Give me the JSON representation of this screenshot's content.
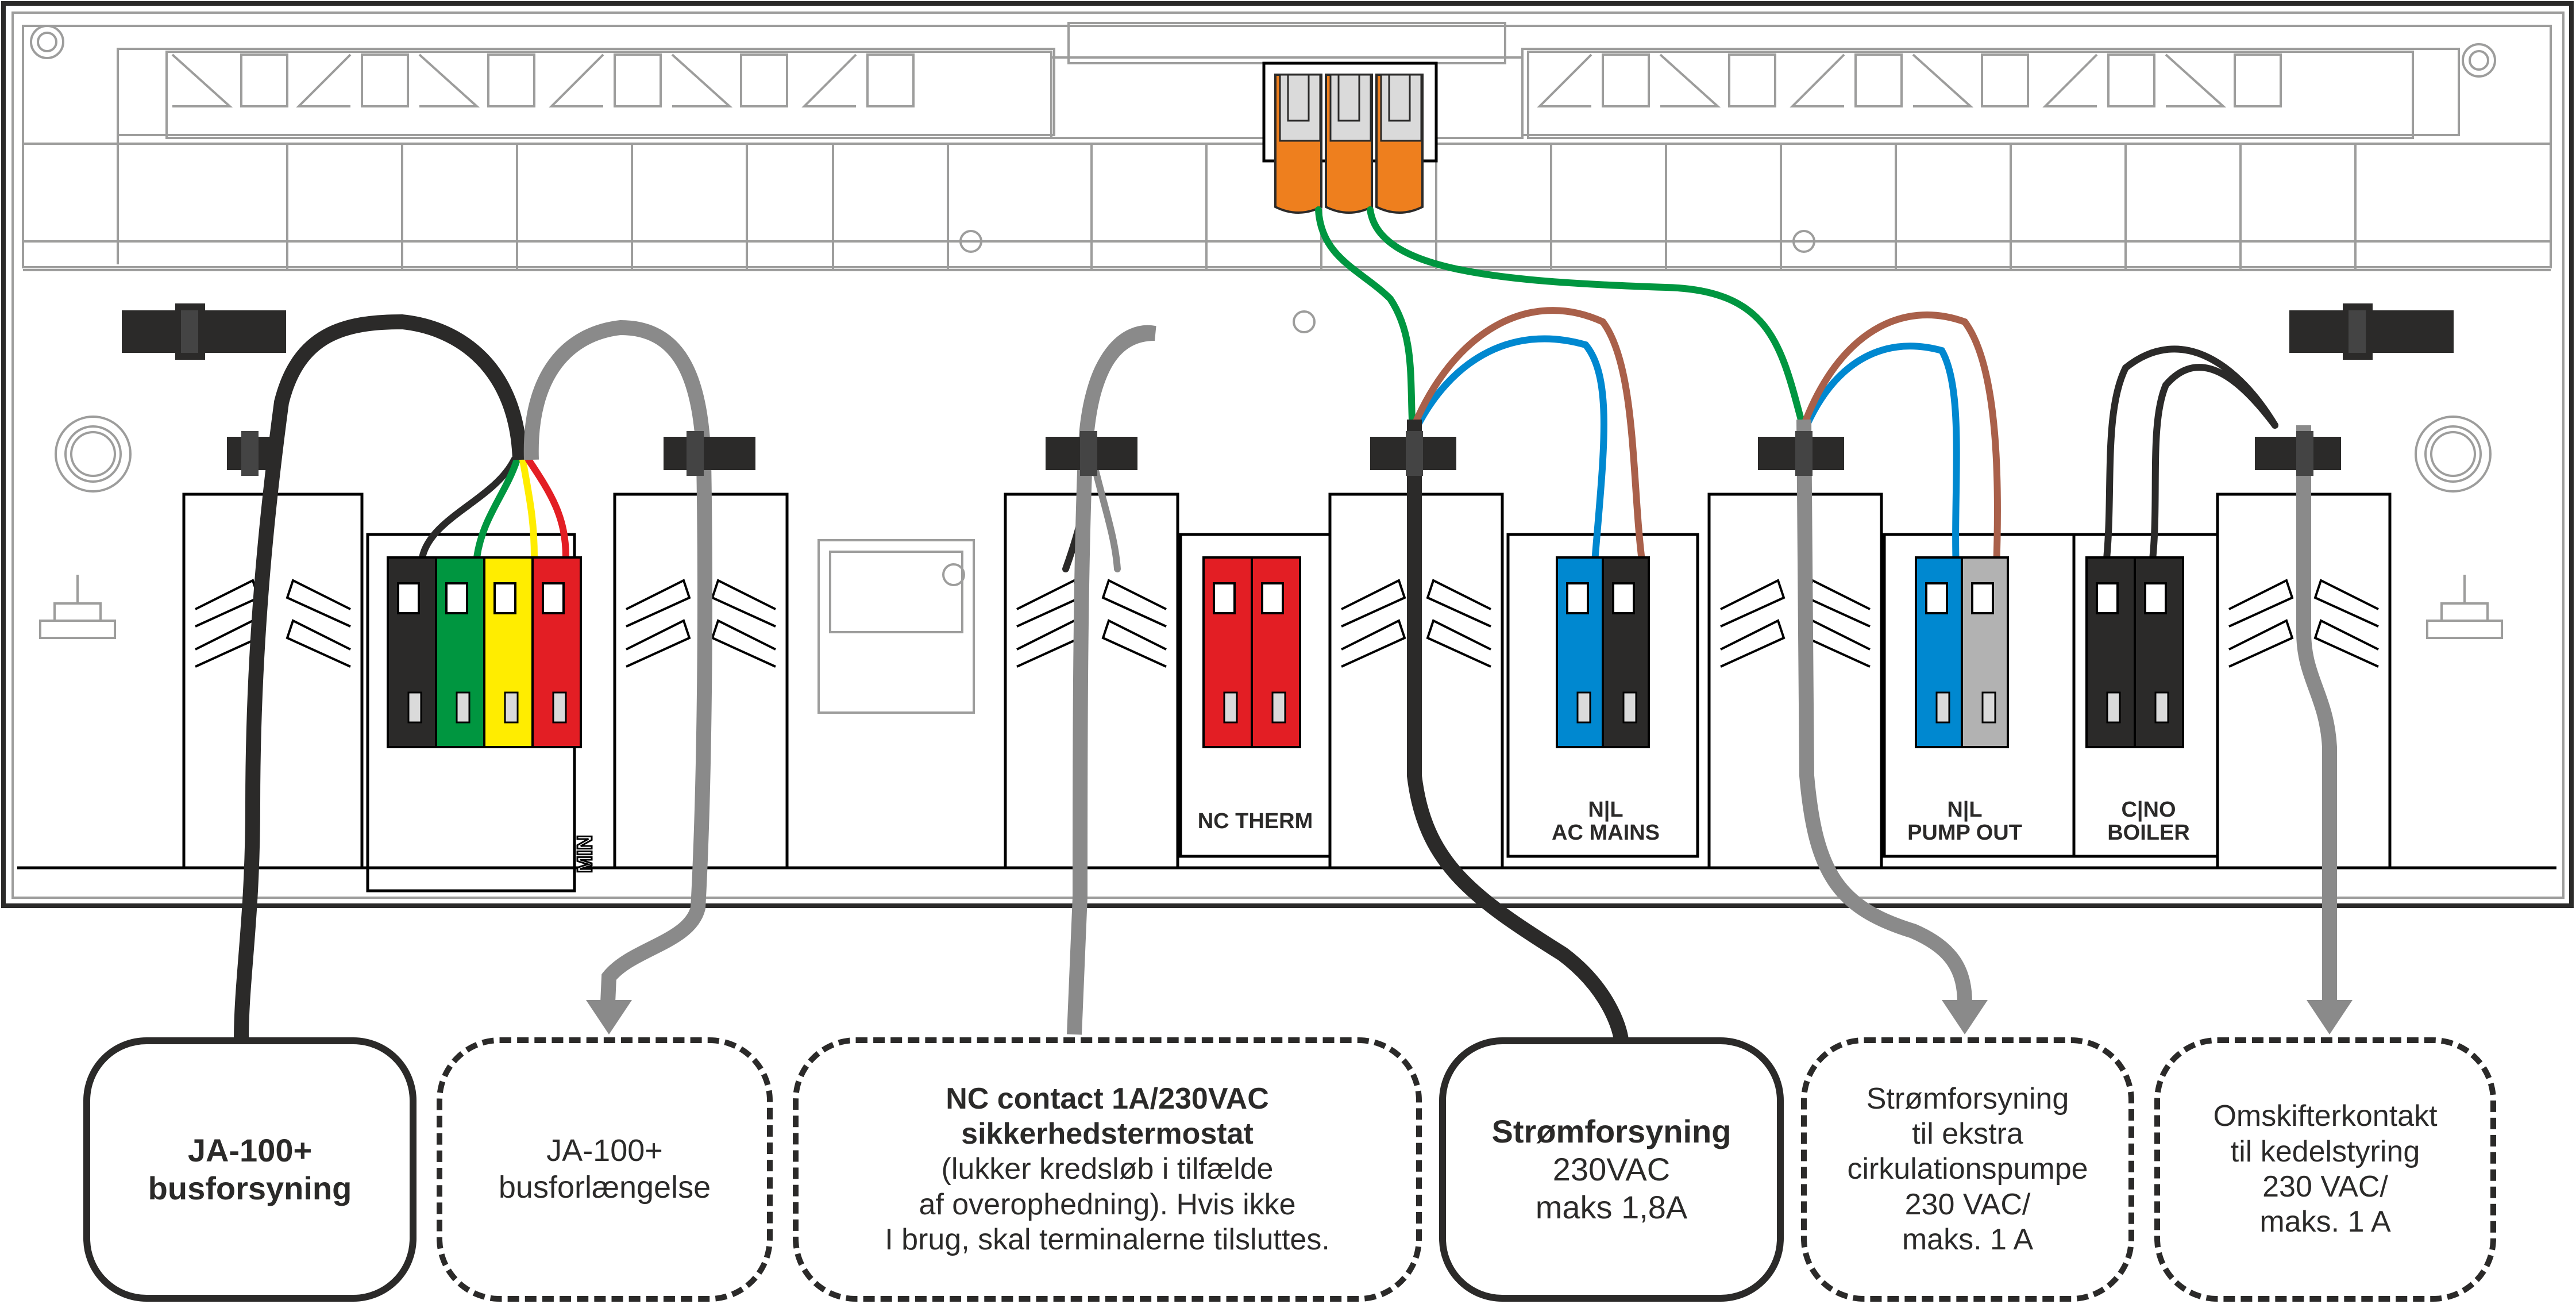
{
  "diagram": {
    "title": "Wiring diagram – terminal connections",
    "colors": {
      "outline": "#2b2a29",
      "structure": "#9d9d9c",
      "wire_black": "#2b2a29",
      "wire_gray": "#8a8a8a",
      "wire_green": "#009640",
      "wire_yellow": "#ffed00",
      "wire_red": "#e31e24",
      "wire_blue": "#0088d0",
      "wire_brown": "#a9604a",
      "connector_orange": "#ee7f1e",
      "connector_light_gray": "#b2b2b2",
      "connector_insert": "#dadada"
    },
    "connectors": [
      {
        "id": "bus",
        "colors": [
          "black",
          "green",
          "yellow",
          "red"
        ],
        "label": ""
      },
      {
        "id": "nc-therm",
        "colors": [
          "red",
          "red"
        ],
        "label": "NC THERM"
      },
      {
        "id": "ac-mains",
        "colors": [
          "blue",
          "black"
        ],
        "label_top": "N|L",
        "label": "AC MAINS"
      },
      {
        "id": "pump-out",
        "colors": [
          "blue",
          "light_gray"
        ],
        "label_top": "N|L",
        "label": "PUMP OUT"
      },
      {
        "id": "boiler",
        "colors": [
          "black",
          "black"
        ],
        "label_top": "C|NO",
        "label": "BOILER"
      }
    ],
    "min_marker": "MIN",
    "wago_connector": {
      "poles": 3,
      "color": "orange"
    }
  },
  "labels": [
    {
      "id": "bus-supply",
      "style": "solid",
      "cable": "black",
      "lines": [
        {
          "text": "JA-100+",
          "bold": true
        },
        {
          "text": "busforsyning",
          "bold": true
        }
      ]
    },
    {
      "id": "bus-extension",
      "style": "dashed",
      "cable": "gray",
      "lines": [
        {
          "text": "JA-100+",
          "bold": false
        },
        {
          "text": "busforlængelse",
          "bold": false
        }
      ]
    },
    {
      "id": "nc-contact",
      "style": "dashed",
      "cable": "gray",
      "lines": [
        {
          "text": "NC contact 1A/230VAC",
          "bold": true
        },
        {
          "text": "sikkerhedstermostat",
          "bold": true
        },
        {
          "text": "(lukker kredsløb i tilfælde",
          "bold": false
        },
        {
          "text": "af overophedning). Hvis ikke",
          "bold": false
        },
        {
          "text": "I brug, skal terminalerne tilsluttes.",
          "bold": false
        }
      ]
    },
    {
      "id": "power-supply",
      "style": "solid",
      "cable": "black",
      "lines": [
        {
          "text": "Strømforsyning",
          "bold": true
        },
        {
          "text": "230VAC",
          "bold": false
        },
        {
          "text": "maks 1,8A",
          "bold": false
        }
      ]
    },
    {
      "id": "pump-supply",
      "style": "dashed",
      "cable": "gray",
      "lines": [
        {
          "text": "Strømforsyning",
          "bold": false
        },
        {
          "text": "til ekstra",
          "bold": false
        },
        {
          "text": "cirkulationspumpe",
          "bold": false
        },
        {
          "text": "230 VAC/",
          "bold": false
        },
        {
          "text": "maks. 1 A",
          "bold": false
        }
      ]
    },
    {
      "id": "boiler-switch",
      "style": "dashed",
      "cable": "gray",
      "lines": [
        {
          "text": "Omskifterkontakt",
          "bold": false
        },
        {
          "text": "til kedelstyring",
          "bold": false
        },
        {
          "text": "230 VAC/",
          "bold": false
        },
        {
          "text": "maks. 1 A",
          "bold": false
        }
      ]
    }
  ]
}
